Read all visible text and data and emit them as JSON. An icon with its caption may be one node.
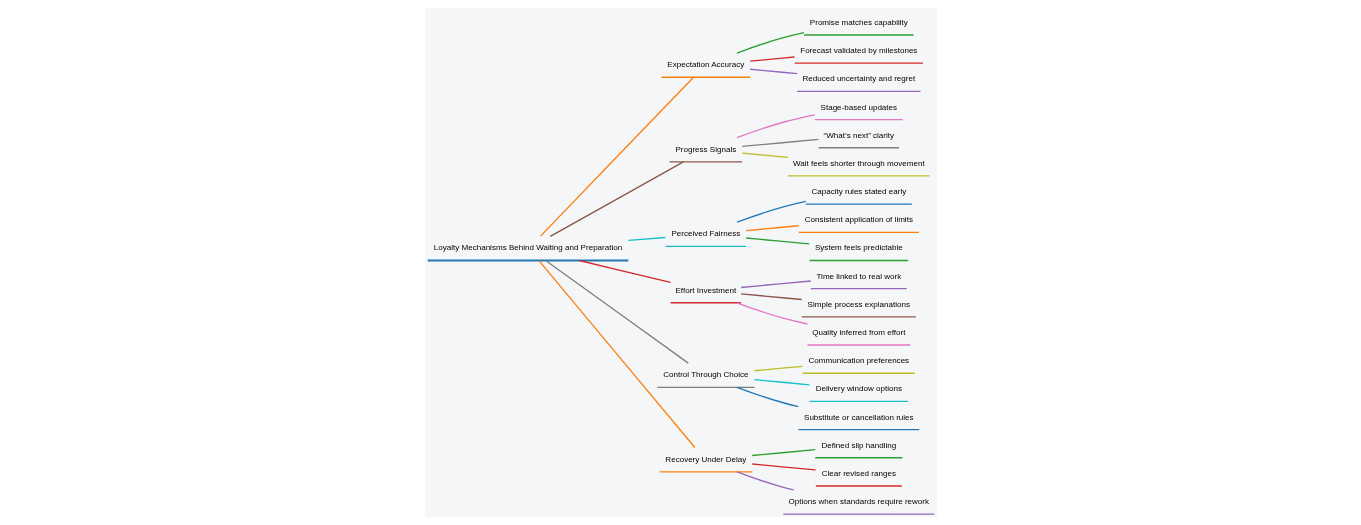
{
  "diagram": {
    "nodes": [
      {
        "text": [
          "Loyalty Mechanisms Behind Waiting and Preparation"
        ]
      },
      {
        "text": [
          "Expectation Accuracy"
        ]
      },
      {
        "text": [
          "Promise matches capability"
        ]
      },
      {
        "text": [
          "Forecast validated by milestones"
        ]
      },
      {
        "text": [
          "Reduced uncertainty and regret"
        ]
      },
      {
        "text": [
          "Progress Signals"
        ]
      },
      {
        "text": [
          "Stage-based updates"
        ]
      },
      {
        "text": [
          "“What’s next” clarity"
        ]
      },
      {
        "text": [
          "Wait feels shorter through movement"
        ]
      },
      {
        "text": [
          "Perceived Fairness"
        ]
      },
      {
        "text": [
          "Capacity rules stated early"
        ]
      },
      {
        "text": [
          "Consistent application of limits"
        ]
      },
      {
        "text": [
          "System feels predictable"
        ]
      },
      {
        "text": [
          "Effort Investment"
        ]
      },
      {
        "text": [
          "Time linked to real work"
        ]
      },
      {
        "text": [
          "Simple process explanations"
        ]
      },
      {
        "text": [
          "Quality inferred from effort"
        ]
      },
      {
        "text": [
          "Control Through Choice"
        ]
      },
      {
        "text": [
          "Communication preferences"
        ]
      },
      {
        "text": [
          "Delivery window options"
        ]
      },
      {
        "text": [
          "Substitute or cancellation rules"
        ]
      },
      {
        "text": [
          "Recovery Under Delay"
        ]
      },
      {
        "text": [
          "Defined slip handling"
        ]
      },
      {
        "text": [
          "Clear revised ranges"
        ]
      },
      {
        "text": [
          "Options when standards require rework"
        ]
      }
    ],
    "edges": [
      {
        "from": 0,
        "to": 1,
        "arrow": "none",
        "color": "#ff7f0e"
      },
      {
        "from": 1,
        "to": 2,
        "arrow": "none",
        "color": "#2ca02c"
      },
      {
        "from": 1,
        "to": 3,
        "arrow": "none",
        "color": "#d62728"
      },
      {
        "from": 1,
        "to": 4,
        "arrow": "none",
        "color": "#9467bd"
      },
      {
        "from": 0,
        "to": 5,
        "arrow": "none",
        "color": "#8c564b"
      },
      {
        "from": 5,
        "to": 6,
        "arrow": "none",
        "color": "#e377c2"
      },
      {
        "from": 5,
        "to": 7,
        "arrow": "none",
        "color": "#7f7f7f"
      },
      {
        "from": 5,
        "to": 8,
        "arrow": "none",
        "color": "#bcbd22"
      },
      {
        "from": 0,
        "to": 9,
        "arrow": "none",
        "color": "#17becf"
      },
      {
        "from": 9,
        "to": 10,
        "arrow": "none",
        "color": "#1f77b4"
      },
      {
        "from": 9,
        "to": 11,
        "arrow": "none",
        "color": "#ff7f0e"
      },
      {
        "from": 9,
        "to": 12,
        "arrow": "none",
        "color": "#2ca02c"
      },
      {
        "from": 0,
        "to": 13,
        "arrow": "none",
        "color": "#d62728"
      },
      {
        "from": 13,
        "to": 14,
        "arrow": "none",
        "color": "#9467bd"
      },
      {
        "from": 13,
        "to": 15,
        "arrow": "none",
        "color": "#8c564b"
      },
      {
        "from": 13,
        "to": 16,
        "arrow": "none",
        "color": "#e377c2"
      },
      {
        "from": 0,
        "to": 17,
        "arrow": "none",
        "color": "#7f7f7f"
      },
      {
        "from": 17,
        "to": 18,
        "arrow": "none",
        "color": "#bcbd22"
      },
      {
        "from": 17,
        "to": 19,
        "arrow": "none",
        "color": "#17becf"
      },
      {
        "from": 17,
        "to": 20,
        "arrow": "none",
        "color": "#1f77b4"
      },
      {
        "from": 0,
        "to": 21,
        "arrow": "none",
        "color": "#ff7f0e"
      },
      {
        "from": 21,
        "to": 22,
        "arrow": "none",
        "color": "#2ca02c"
      },
      {
        "from": 21,
        "to": 23,
        "arrow": "none",
        "color": "#d62728"
      },
      {
        "from": 21,
        "to": 24,
        "arrow": "none",
        "color": "#9467bd"
      }
    ]
  }
}
